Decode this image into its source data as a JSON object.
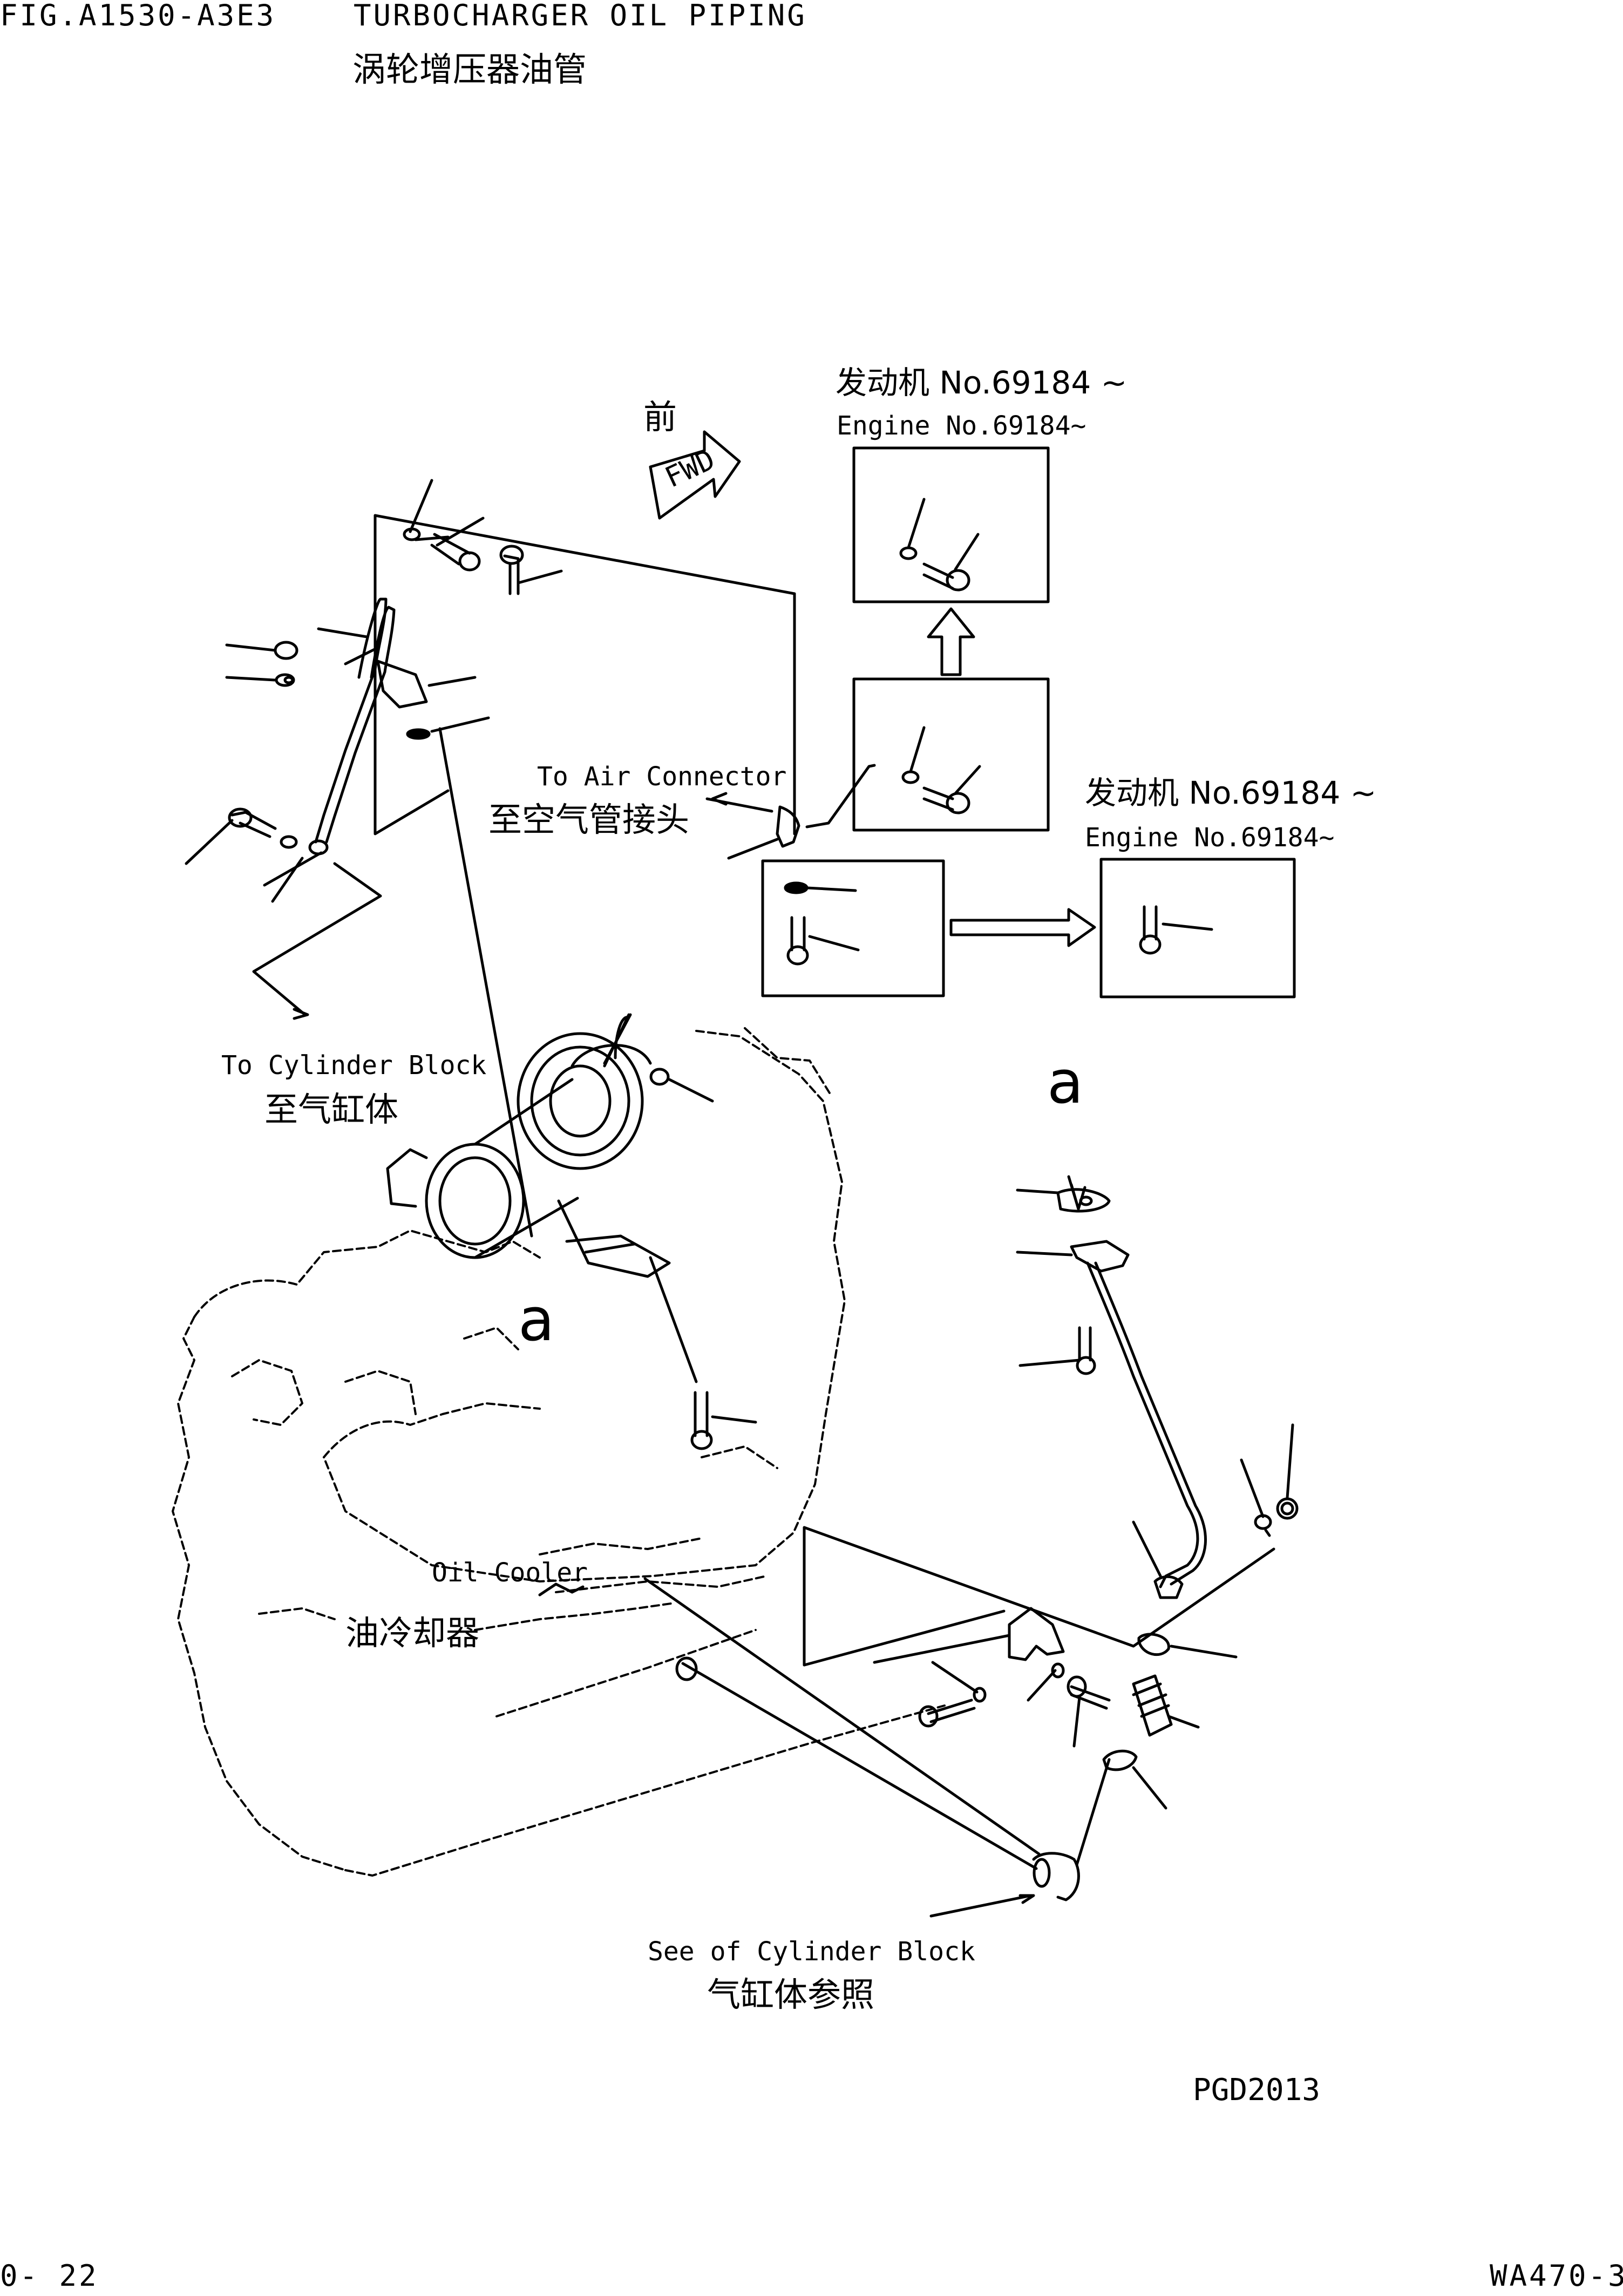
{
  "header": {
    "fig_number": "FIG.A1530-A3E3",
    "title_en": "TURBOCHARGER OIL PIPING",
    "title_cn": "涡轮增压器油管"
  },
  "orientation": {
    "front_cn": "前",
    "fwd_label": "FWD"
  },
  "callouts": {
    "engine_upper_cn": "发动机 No.69184 ~",
    "engine_upper_en": "Engine No.69184~",
    "engine_right_cn": "发动机 No.69184 ~",
    "engine_right_en": "Engine No.69184~",
    "air_connector_en": "To Air Connector",
    "air_connector_cn": "至空气管接头",
    "cylinder_block_en": "To Cylinder Block",
    "cylinder_block_cn": "至气缸体",
    "oil_cooler_en": "Oil Cooler",
    "oil_cooler_cn": "油冷却器",
    "see_cylinder_block_en": "See of Cylinder Block",
    "see_cylinder_block_cn": "气缸体参照",
    "ref_a_top": "a",
    "ref_a_mid": "a"
  },
  "footer": {
    "drawing_code": "PGD2013",
    "page_number": "0- 22",
    "model": "WA470-3"
  }
}
